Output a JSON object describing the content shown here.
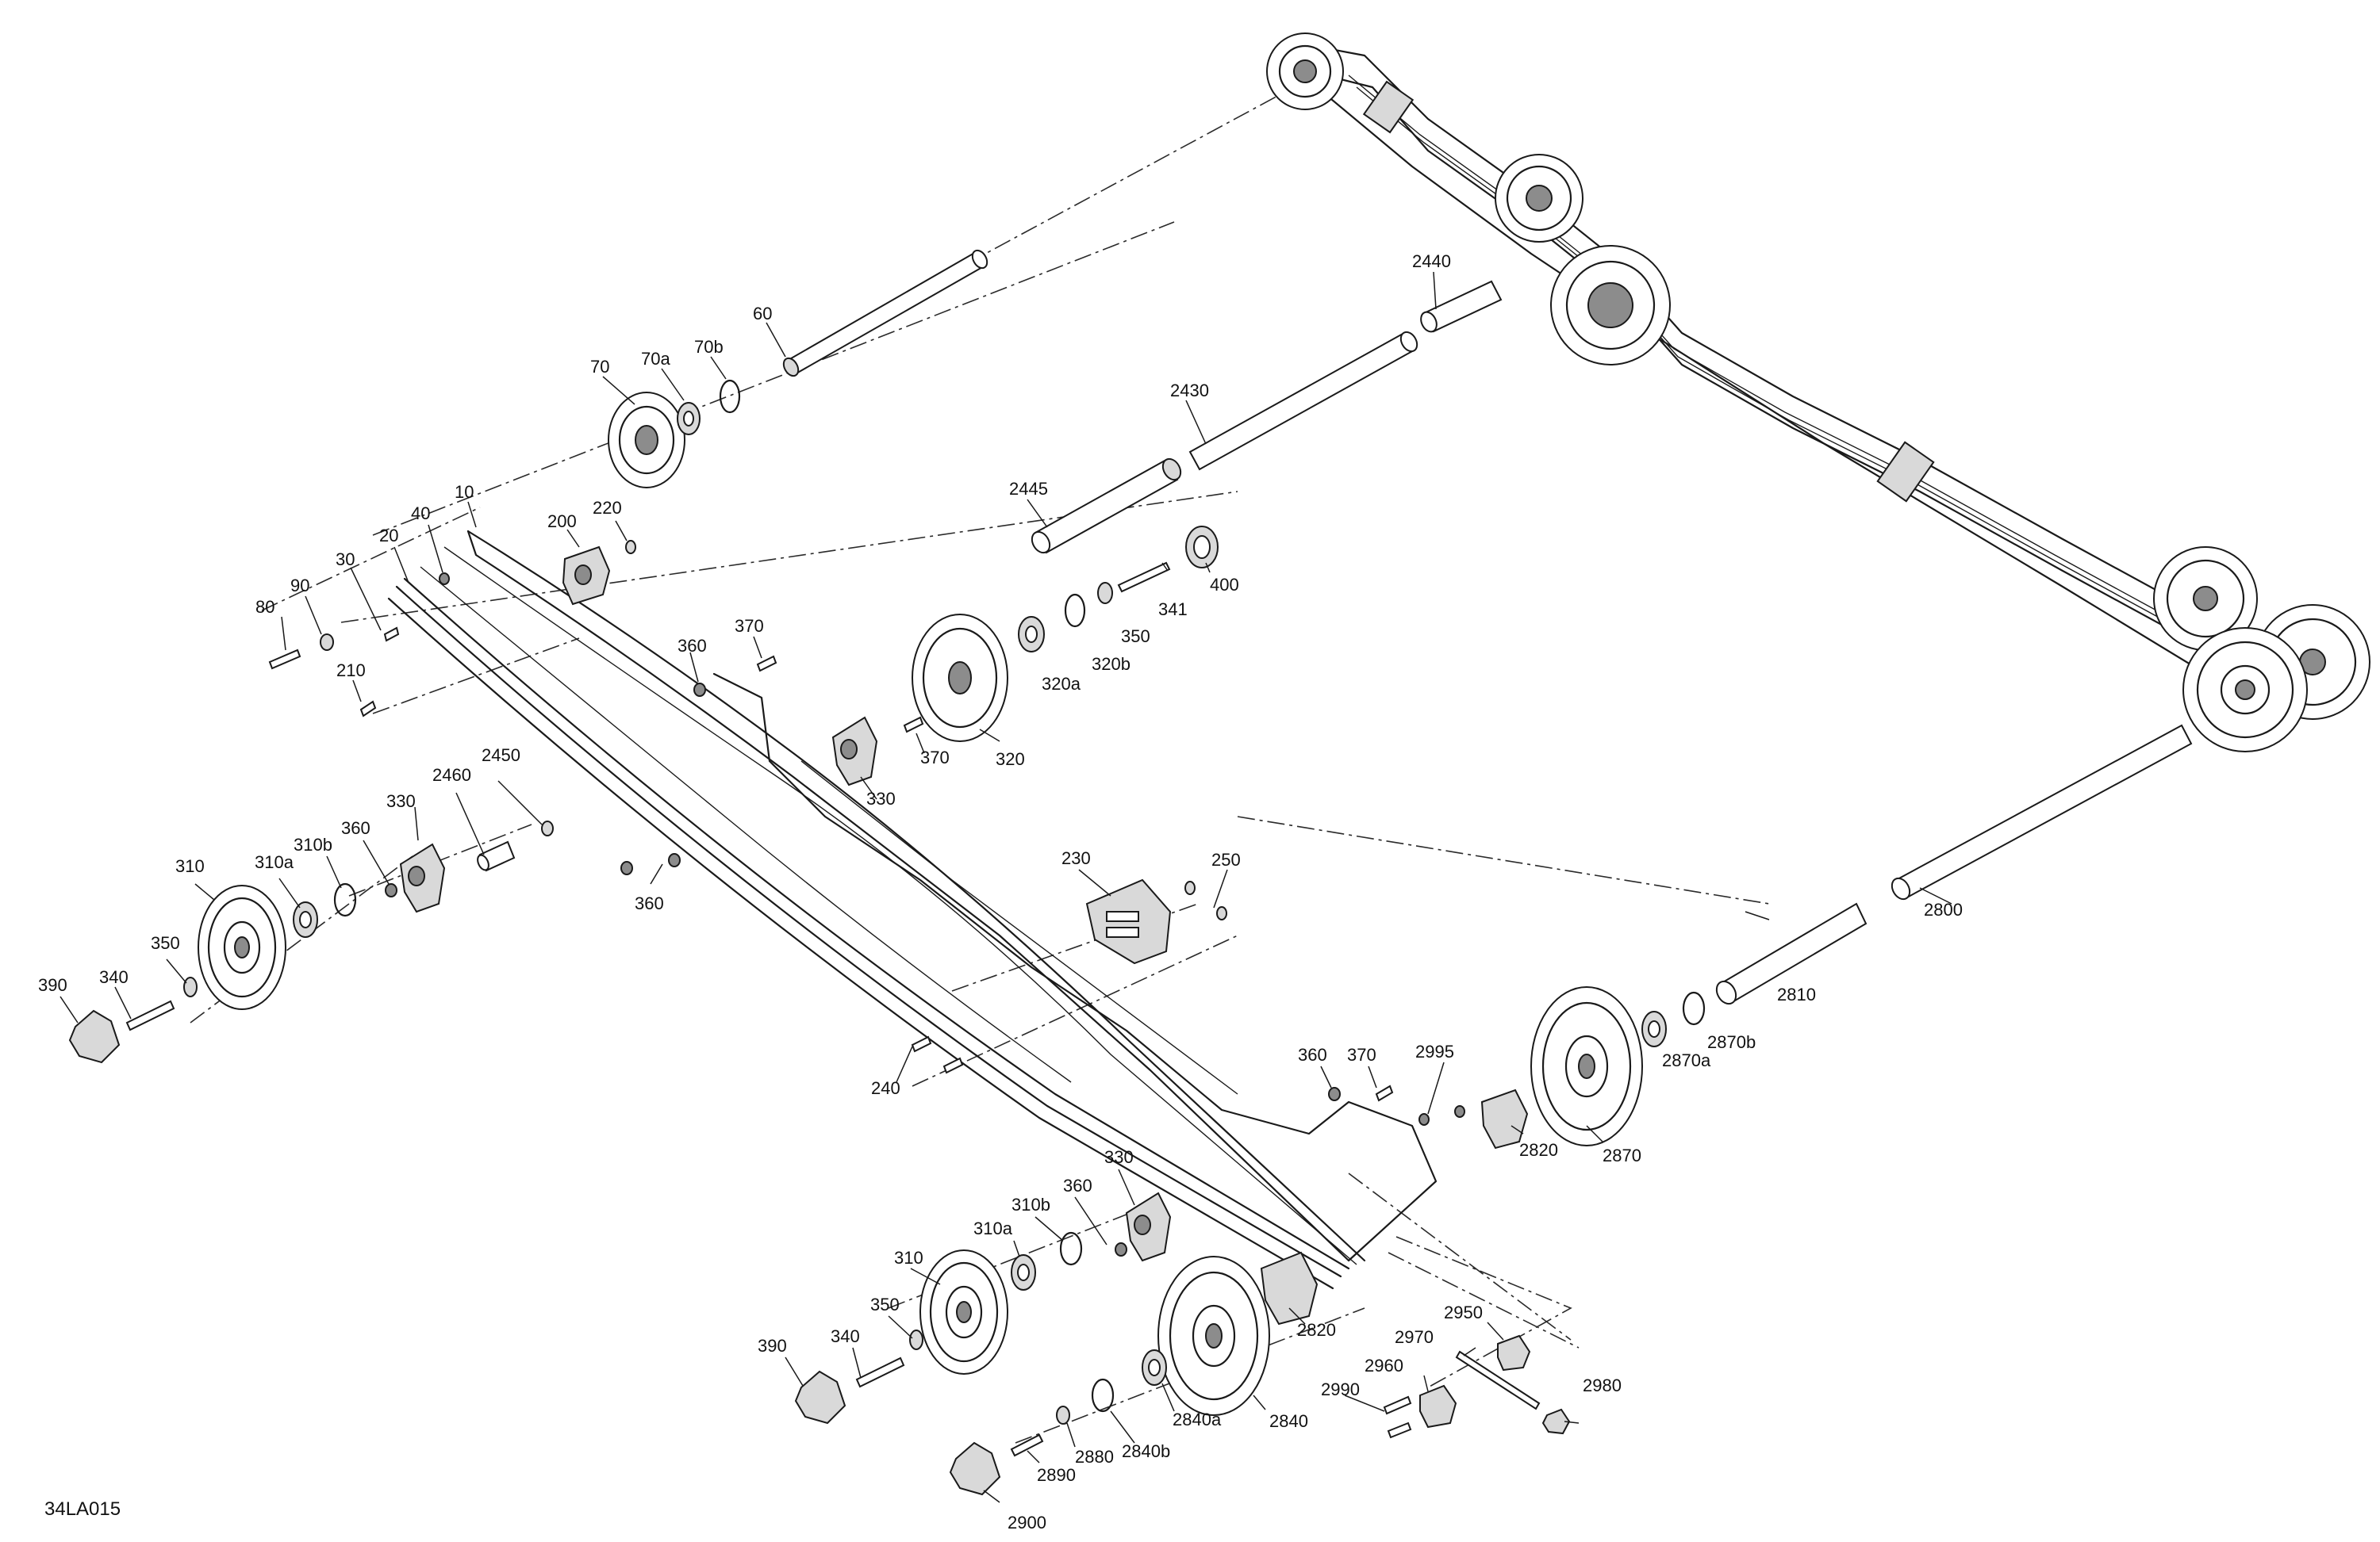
{
  "diagram_code": "34LA015",
  "labels": {
    "p10": "10",
    "p20": "20",
    "p30": "30",
    "p40": "40",
    "p60": "60",
    "p70": "70",
    "p70a": "70a",
    "p70b": "70b",
    "p80": "80",
    "p90": "90",
    "p200": "200",
    "p210": "210",
    "p220": "220",
    "p230": "230",
    "p240": "240",
    "p250": "250",
    "p310_top": "310",
    "p310a_top": "310a",
    "p310b_top": "310b",
    "p310_bot": "310",
    "p310a_bot": "310a",
    "p310b_bot": "310b",
    "p320": "320",
    "p320a": "320a",
    "p320b": "320b",
    "p330_mid": "330",
    "p330_left": "330",
    "p330_bot": "330",
    "p340_top": "340",
    "p340_bot": "340",
    "p341": "341",
    "p350_top": "350",
    "p350_right": "350",
    "p350_bot": "350",
    "p360_a": "360",
    "p360_b": "360",
    "p360_c": "360",
    "p360_d": "360",
    "p360_e": "360",
    "p370_a": "370",
    "p370_b": "370",
    "p370_c": "370",
    "p390_top": "390",
    "p390_bot": "390",
    "p400": "400",
    "p2430": "2430",
    "p2440": "2440",
    "p2445": "2445",
    "p2450": "2450",
    "p2460": "2460",
    "p2800": "2800",
    "p2810": "2810",
    "p2820_a": "2820",
    "p2820_b": "2820",
    "p2840": "2840",
    "p2840a": "2840a",
    "p2840b": "2840b",
    "p2870": "2870",
    "p2870a": "2870a",
    "p2870b": "2870b",
    "p2880": "2880",
    "p2890": "2890",
    "p2900": "2900",
    "p2950": "2950",
    "p2960": "2960",
    "p2970": "2970",
    "p2980": "2980",
    "p2990": "2990",
    "p2995": "2995"
  }
}
